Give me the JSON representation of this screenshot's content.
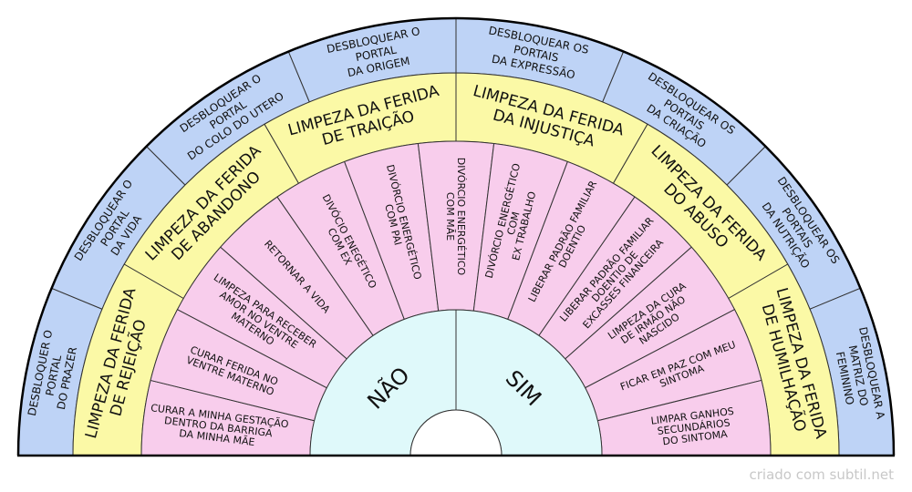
{
  "colors": {
    "outer": "#bed3f6",
    "middle": "#fbf9a6",
    "pink": "#f8cdec",
    "inner": "#dff9fa",
    "stroke": "#333333"
  },
  "outer_ring": [
    {
      "lines": [
        "DESBLOQUER O",
        "PORTAL",
        "DO PRAZER"
      ]
    },
    {
      "lines": [
        "DESBLOQUEAR O",
        "PORTAL",
        "DA VIDA"
      ]
    },
    {
      "lines": [
        "DESBLOQUEAR O",
        "PORTAL",
        "DO COLO DO UTERO"
      ]
    },
    {
      "lines": [
        "DESBLOQUEAR O",
        "PORTAL",
        "DA ORIGEM"
      ]
    },
    {
      "lines": [
        "DESBLOQUEAR OS",
        "PORTAIS",
        "DA EXPRESSÃO"
      ]
    },
    {
      "lines": [
        "DESBLOQUEAR OS",
        "PORTAIS",
        "DA CRIAÇÃO"
      ]
    },
    {
      "lines": [
        "DESBLOQUEAR OS",
        "PORTAIS",
        "DA NUTRIÇÃO"
      ]
    },
    {
      "lines": [
        "DESBLOQUEAR A",
        "MATRIZ DO",
        "FEMININO"
      ]
    }
  ],
  "middle_ring": [
    {
      "lines": [
        "LIMPEZA DA FERIDA",
        "DE REJEIÇÃO"
      ]
    },
    {
      "lines": [
        "LIMPEZA DA FERIDA",
        "DE ABANDONO"
      ]
    },
    {
      "lines": [
        "LIMPEZA DA FERIDA",
        "DE TRAIÇÃO"
      ]
    },
    {
      "lines": [
        "LIMPEZA DA FERIDA",
        "DA INJUSTIÇA"
      ]
    },
    {
      "lines": [
        "LIMPEZA DA FERIDA",
        "DO ABUSO"
      ]
    },
    {
      "lines": [
        "LIMPEZA DA FERIDA",
        "DE HUMILHAÇÃO"
      ]
    }
  ],
  "pink_ring": [
    {
      "lines": [
        "CURAR A MINHA GESTAÇÃO",
        "DENTRO DA BARRIGA",
        "DA MINHA MÃE"
      ]
    },
    {
      "lines": [
        "CURAR FERIDA NO",
        "VENTRE MATERNO"
      ]
    },
    {
      "lines": [
        "LIMPEZA PARA RECEBER",
        "AMOR NO VENTRE",
        "MATERNO"
      ]
    },
    {
      "lines": [
        "RETORNAR A VIDA"
      ]
    },
    {
      "lines": [
        "DIVÓCIO ENEGÉTICO",
        "COM EX"
      ]
    },
    {
      "lines": [
        "DIVÓRCIO ENERGÉTICO",
        "COM PAI"
      ]
    },
    {
      "lines": [
        "DIVÓRCIO ENERGÉTICO",
        "COM MÃE"
      ]
    },
    {
      "lines": [
        "DIVÓRCIO ENERGÉTICO",
        "COM",
        "EX TRABALHO"
      ]
    },
    {
      "lines": [
        "LIBERAR PADRÃO FAMILIAR",
        "DOENTIO"
      ]
    },
    {
      "lines": [
        "LIBERAR PADRÃO FAMILIAR",
        "DOENTIO DE",
        "EXCASSES FINANCEIRA"
      ]
    },
    {
      "lines": [
        "LIMPEZA DA CURA",
        "DE IRMÃO NÃO",
        "NASCIDO"
      ]
    },
    {
      "lines": [
        "FICAR EM PAZ COM MEU",
        "SINTOMA"
      ]
    },
    {
      "lines": [
        "LIMPAR GANHOS",
        "SECUNDÁRIOS",
        "DO SINTOMA"
      ]
    }
  ],
  "inner_ring": [
    {
      "lines": [
        "NÃO"
      ]
    },
    {
      "lines": [
        "SIM"
      ]
    }
  ],
  "footer": "criado com subtil.net"
}
